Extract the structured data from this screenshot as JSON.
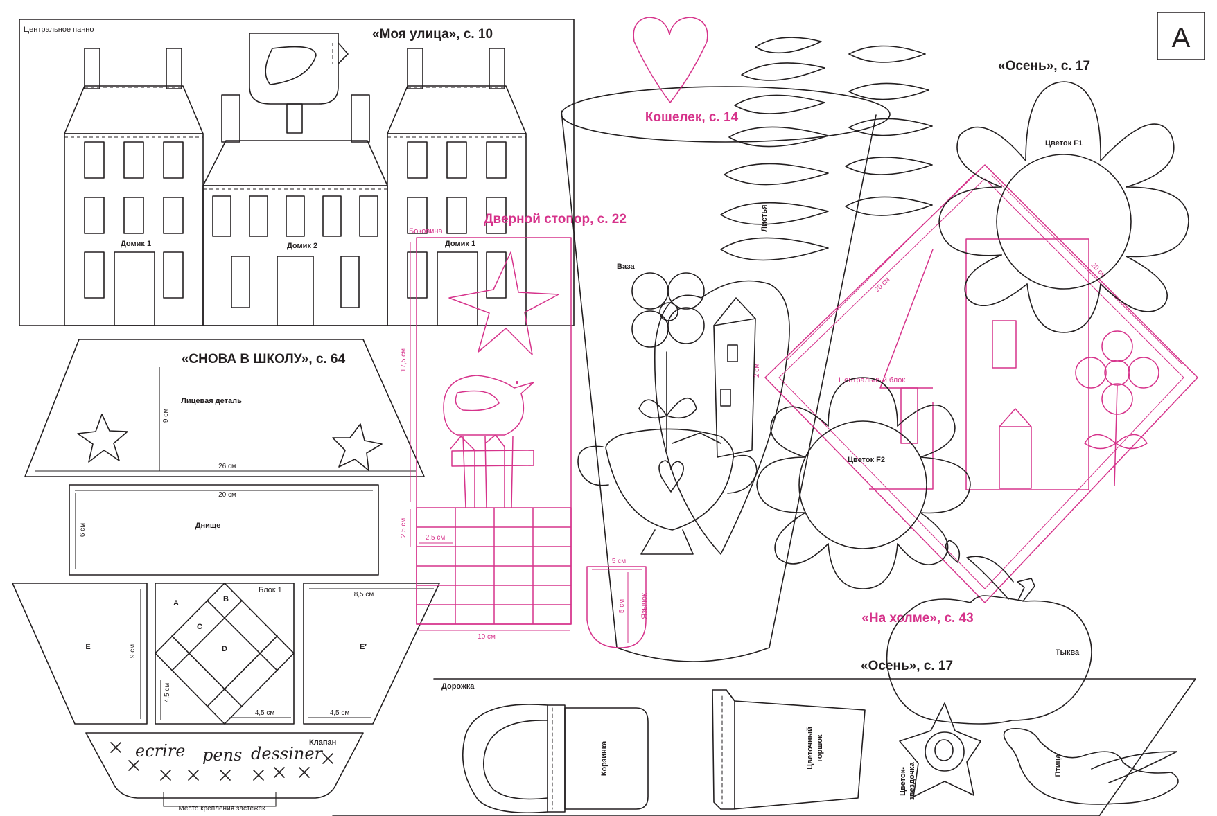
{
  "sheet": {
    "letter": "A"
  },
  "titles": {
    "moya_ulitsa": "«Моя улица», с. 10",
    "snova_v_shkolu": "«СНОВА В ШКОЛУ», с. 64",
    "dvernoy_stopor": "Дверной стопор, с. 22",
    "koshelek": "Кошелек, с. 14",
    "osen_top": "«Осень», с. 17",
    "osen_bottom": "«Осень», с. 17",
    "na_holme": "«На холме», с. 43"
  },
  "labels": {
    "centralnoe_pano": "Центральное панно",
    "domik1_left": "Домик 1",
    "domik2": "Домик 2",
    "domik1_right": "Домик 1",
    "litsevaya": "Лицевая деталь",
    "dnische": "Днище",
    "blok1": "Блок 1",
    "piece_a": "A",
    "piece_b": "B",
    "piece_c": "C",
    "piece_d": "D",
    "piece_e": "E",
    "piece_e2": "E′",
    "klapan": "Клапан",
    "mesto": "Место крепления застежек",
    "bokovina": "Боковина",
    "vaza": "Ваза",
    "listya": "Листья",
    "yazychok": "Язычок",
    "tsentralny_blok": "Центральный блок",
    "tsvetok_f1": "Цветок F1",
    "tsvetok_f2": "Цветок F2",
    "tykva": "Тыква",
    "dorozhka": "Дорожка",
    "korzinka": "Корзинка",
    "tsvetochny_line1": "Цветочный",
    "tsvetochny_line2": "горшок",
    "zvezdochka_line1": "Цветок-",
    "zvezdochka_line2": "звездочка",
    "ptitsa": "Птица"
  },
  "dimensions": {
    "d9cm_face": "9 см",
    "d26cm": "26 см",
    "d20cm": "20 см",
    "d6cm": "6 см",
    "d9cm_e": "9 см",
    "d85cm": "8,5 см",
    "d45cm_a": "4,5 см",
    "d45cm_b": "4,5 см",
    "d45cm_c": "4,5 см",
    "d175cm": "17,5 см",
    "d25cm_v": "2,5 см",
    "d25cm_h": "2,5 см",
    "d10cm": "10 см",
    "d5cm_h": "5 см",
    "d5cm_v": "5 см",
    "d20cm_diag1": "20 см",
    "d20cm_diag2": "20 см",
    "d2cm": "2 см"
  },
  "handwriting": {
    "w1": "ecrire",
    "w2": "pens",
    "w3": "dessiner"
  },
  "colors": {
    "line_black": "#231f20",
    "line_pink": "#d6338b"
  }
}
